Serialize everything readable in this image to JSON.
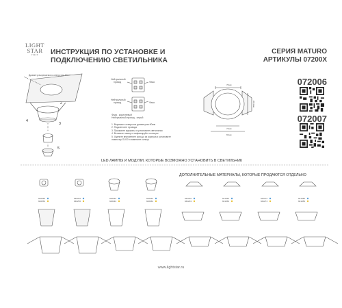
{
  "logo": {
    "line1": "LIGHT",
    "line2": "STAR",
    "line3": "ITALY"
  },
  "header": {
    "title_line1": "ИНСТРУКЦИЯ ПО УСТАНОВКЕ И",
    "title_line2": "ПОДКЛЮЧЕНИЮ СВЕТИЛЬНИКА",
    "series": "СЕРИЯ MATURO",
    "articles": "АРТИКУЛЫ 07200X"
  },
  "articles": [
    "072006",
    "072007"
  ],
  "diagram": {
    "hole_label": "Диаметр вырезаемого отверстия 60мм",
    "wire_neutral_1": "Нейтральный",
    "wire_neutral_2": "провод",
    "wire_phase": "Фаза",
    "wire_neutral2_1": "Нейтральный",
    "wire_neutral2_2": "провод",
    "wire_phase2": "Фаза",
    "legend_line1": "Фаза - коричневый",
    "legend_line2": "Нейтральный провод - серый",
    "dim_top": "70мм",
    "dim_height": "Ø14мм",
    "dim_mid": "72мм",
    "dim_bottom": "82мм",
    "steps": [
      "1.  Вырежьте отверстие диаметром 60мм",
      "2.  Подключите провода",
      "3.  Прижмите пружины и установите светильник",
      "4.  Вставьте лампу и зафиксируйте кольцом",
      "5.  Удалите внутреннее кольцо из корпуса и установите",
      "     лампочку GU10 и замените кольцо"
    ],
    "numbers": [
      "1",
      "2",
      "3",
      "4",
      "5"
    ]
  },
  "led_section": {
    "title": "LED ЛАМПЫ И МОДУЛИ, КОТОРЫЕ ВОЗМОЖНО УСТАНОВИТЬ В СВЕТИЛЬНИК"
  },
  "extra_section": {
    "title": "ДОПОЛНИТЕЛЬНЫЕ МАТЕРИАЛЫ, КОТОРЫЕ ПРОДАЮТСЯ ОТДЕЛЬНО"
  },
  "models": [
    {
      "a": "940250",
      "b": "940254"
    },
    {
      "a": "940252",
      "b": "940256"
    },
    {
      "a": "940232",
      "b": "940234"
    },
    {
      "a": "940262",
      "b": "940264"
    },
    {
      "a": "941202",
      "b": "941204"
    },
    {
      "a": "941262",
      "b": "941264"
    },
    {
      "a": "941272",
      "b": "941274"
    },
    {
      "a": "941282",
      "b": "941284"
    }
  ],
  "colors": {
    "accent_blue": "#5aa0d8",
    "accent_yellow": "#e8c23a",
    "line": "#555555"
  },
  "footer": {
    "url": "www.lightstar.ru"
  }
}
